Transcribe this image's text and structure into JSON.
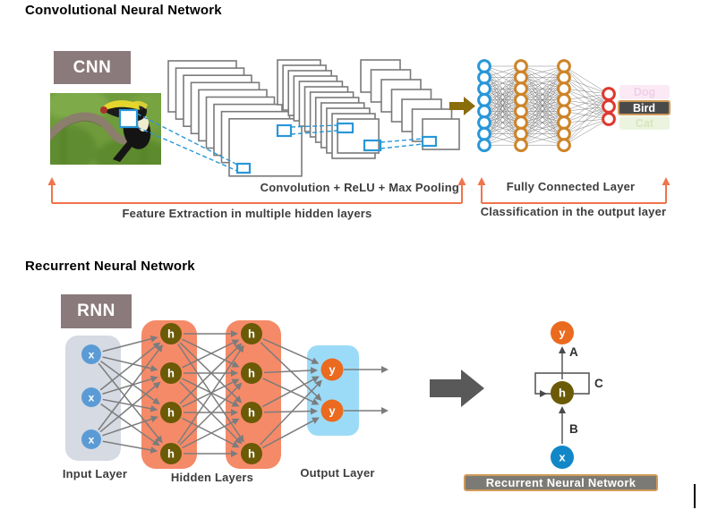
{
  "cnn": {
    "section_title": "Convolutional Neural Network",
    "badge": "CNN",
    "pooling_label": "Convolution + ReLU + Max Pooling",
    "feature_label": "Feature Extraction in multiple hidden layers",
    "fc_label": "Fully Connected Layer",
    "classification_label": "Classification in the output layer",
    "outputs": [
      {
        "label": "Dog",
        "selected": false
      },
      {
        "label": "Bird",
        "selected": true
      },
      {
        "label": "Cat",
        "selected": false
      }
    ],
    "fc_network": {
      "layer_counts": [
        8,
        8,
        8,
        3
      ],
      "layer_colors": [
        "#2997d8",
        "#cd8428",
        "#cd8428",
        "#df382e"
      ]
    }
  },
  "rnn": {
    "section_title": "Recurrent Neural Network",
    "badge": "RNN",
    "input_layer_label": "Input Layer",
    "hidden_layers_label": "Hidden Layers",
    "output_layer_label": "Output Layer",
    "node_labels": {
      "input": "x",
      "hidden": "h",
      "output": "y"
    },
    "counts": {
      "inputs": 3,
      "hidden_columns": 2,
      "hidden_per_column": 4,
      "outputs": 2
    },
    "compact": {
      "output_arrow_label": "A",
      "input_arrow_label": "B",
      "loop_label": "C",
      "caption": "Recurrent Neural Network"
    }
  },
  "colors": {
    "badge_bg": "#8b7a7b",
    "accent_blue": "#2997d8",
    "salmon": "#f58a68",
    "olive": "#6b5a06",
    "arrow_olive": "#8a6d0b",
    "orange": "#ea6a1f",
    "bracket_orange": "#f0744c",
    "input_blue": "#5b9bd5",
    "compact_x_blue": "#1287c8",
    "sky": "#9cdbf7",
    "input_gray": "#d5dae3",
    "red": "#df382e",
    "big_arrow_gray": "#595959",
    "caption_bg": "#7b7a75",
    "caption_border": "#d09a57"
  }
}
